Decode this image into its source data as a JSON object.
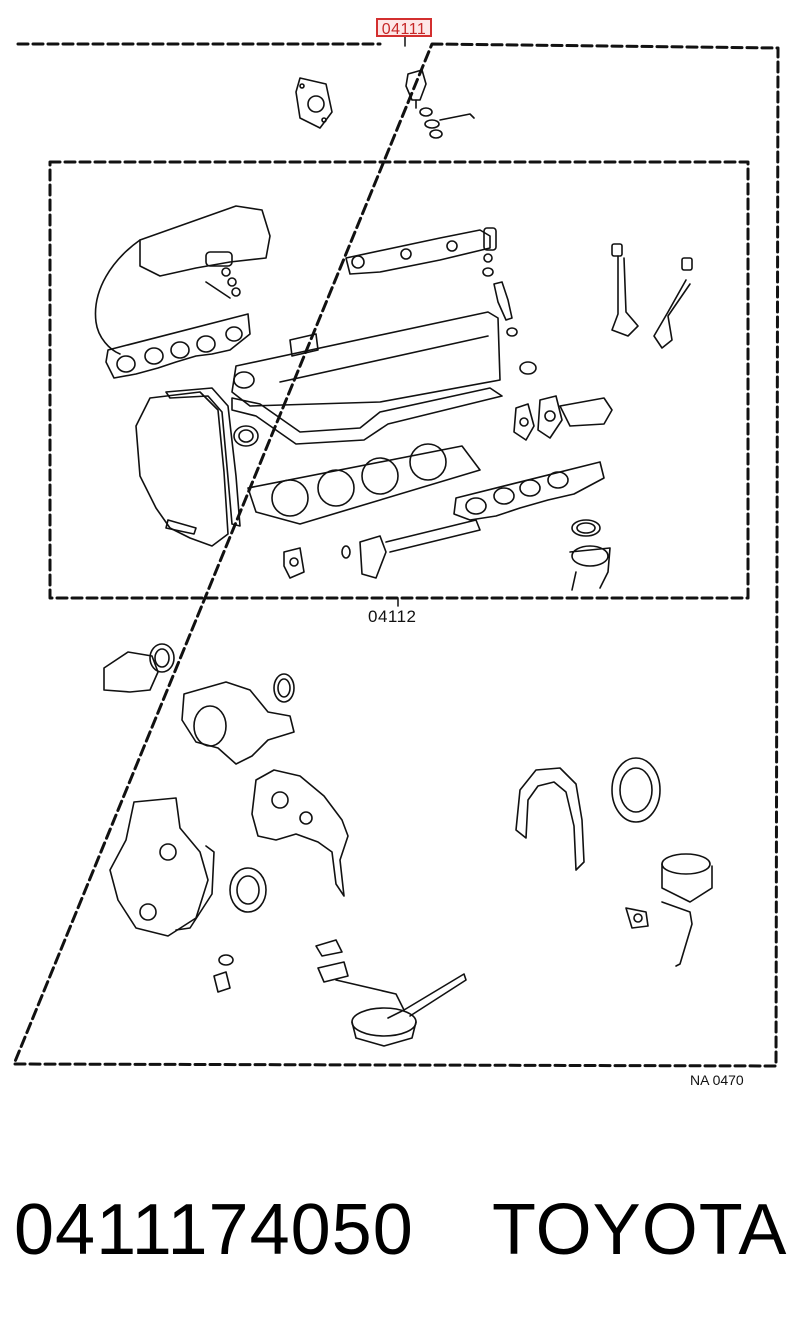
{
  "diagram": {
    "group_ref": "04111",
    "subgroup_ref": "04112",
    "figure_ref": "NA 0470"
  },
  "caption": {
    "part_number": "0411174050",
    "brand": "TOYOTA"
  },
  "colors": {
    "line": "#111111",
    "highlight_border": "#d32f2f",
    "highlight_fill": "#fde7e7"
  }
}
